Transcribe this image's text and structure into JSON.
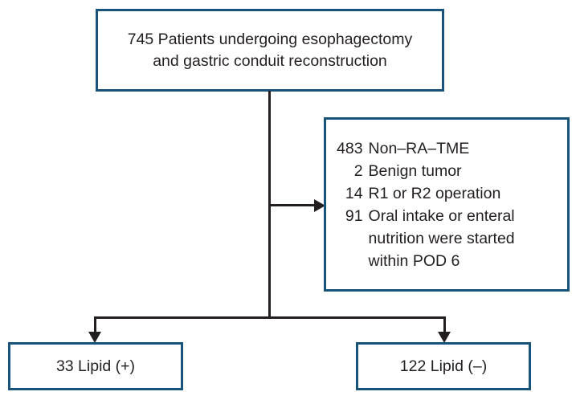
{
  "diagram": {
    "type": "patient-flow-chart",
    "border_color": "#18537a",
    "line_color": "#231f20",
    "background": "#ffffff",
    "enrolled": {
      "text": "745 Patients undergoing esophagectomy\nand gastric conduit reconstruction"
    },
    "excluded": {
      "items": [
        {
          "count": "483",
          "label": "Non–RA–TME"
        },
        {
          "count": "2",
          "label": "Benign tumor"
        },
        {
          "count": "14",
          "label": "R1 or R2 operation"
        },
        {
          "count": "91",
          "label": "Oral intake or enteral\nnutrition were started\nwithin POD 6"
        }
      ]
    },
    "outcomes": {
      "lipid_positive": "33 Lipid (+)",
      "lipid_negative": "122 Lipid (–)"
    }
  }
}
